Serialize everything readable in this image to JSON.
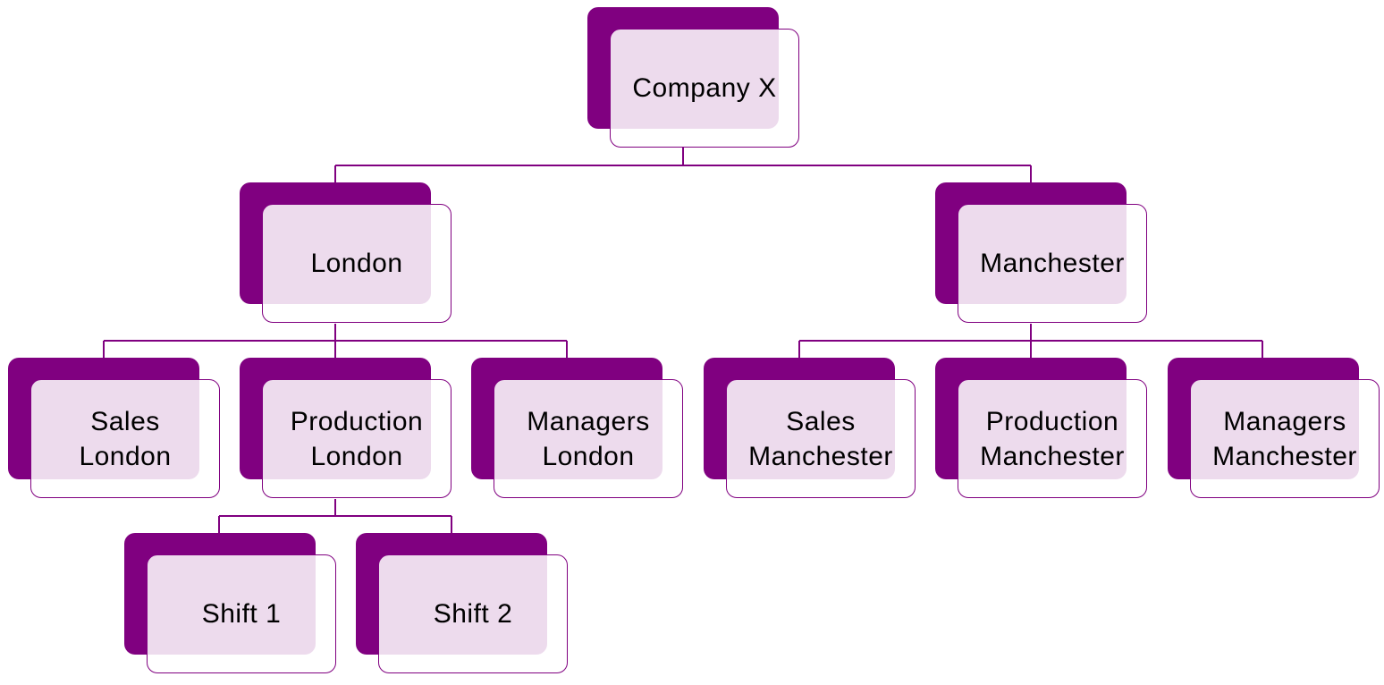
{
  "colors": {
    "accent": "#800080",
    "card_fill": "#f0e5f0",
    "text": "#000000"
  },
  "org_chart": {
    "root": {
      "lines": [
        "Company X"
      ]
    },
    "london": {
      "lines": [
        "London"
      ]
    },
    "manchester": {
      "lines": [
        "Manchester"
      ]
    },
    "sales_london": {
      "lines": [
        "Sales",
        "London"
      ]
    },
    "production_london": {
      "lines": [
        "Production",
        "London"
      ]
    },
    "managers_london": {
      "lines": [
        "Managers",
        "London"
      ]
    },
    "sales_manchester": {
      "lines": [
        "Sales",
        "Manchester"
      ]
    },
    "production_manchester": {
      "lines": [
        "Production",
        "Manchester"
      ]
    },
    "managers_manchester": {
      "lines": [
        "Managers",
        "Manchester"
      ]
    },
    "shift_1": {
      "lines": [
        "Shift 1"
      ]
    },
    "shift_2": {
      "lines": [
        "Shift 2"
      ]
    }
  }
}
